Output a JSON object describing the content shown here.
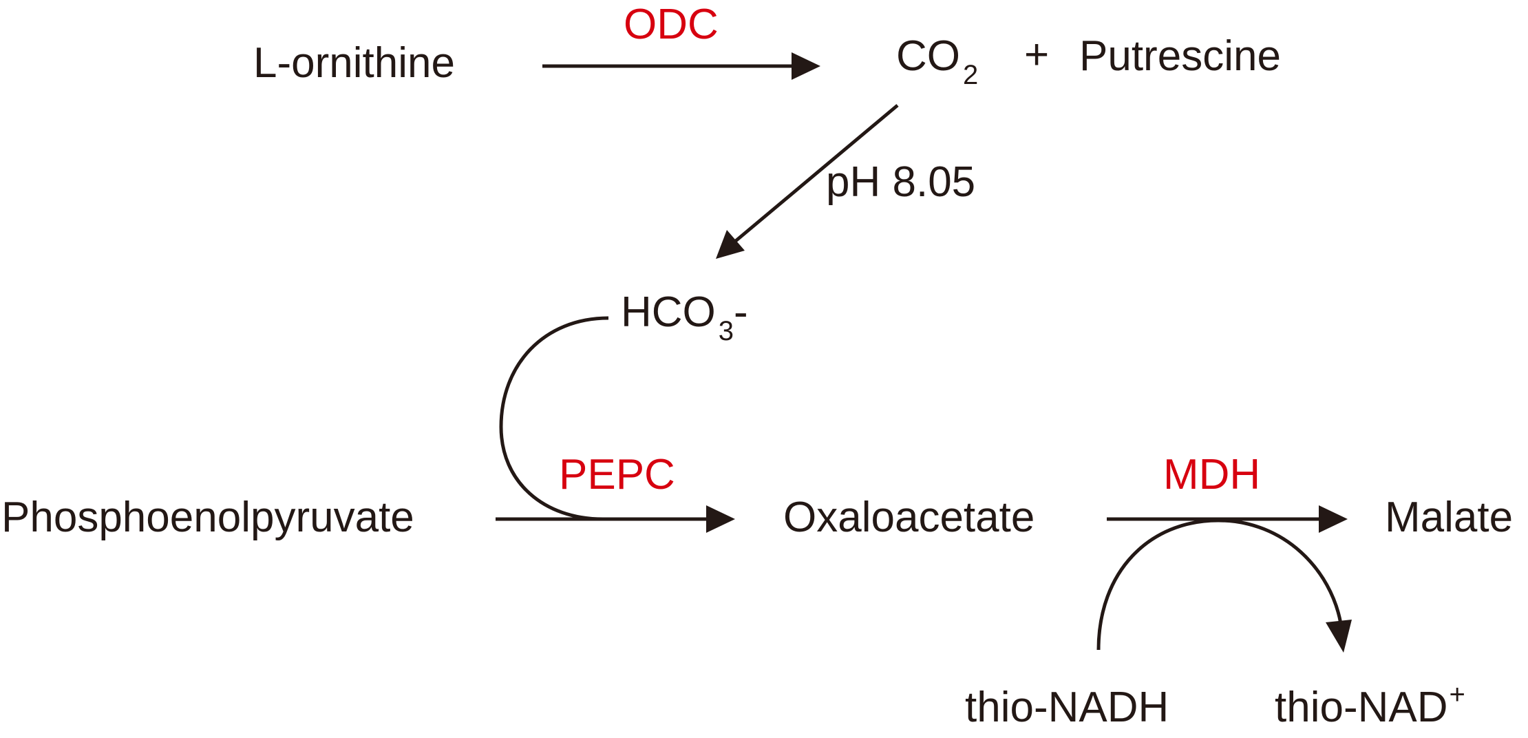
{
  "colors": {
    "ink": "#231815",
    "enzyme": "#d7000f"
  },
  "compounds": {
    "l_ornithine": "L-ornithine",
    "co2_base": "CO",
    "co2_sub": "2",
    "plus": "+",
    "putrescine": "Putrescine",
    "hco3_base": "HCO",
    "hco3_sub": "3",
    "hco3_charge": "-",
    "pep": "Phosphoenolpyruvate",
    "oxaloacetate": "Oxaloacetate",
    "malate": "Malate",
    "thio_nadh": "thio-NADH",
    "thio_nad_base": "thio-NAD",
    "thio_nad_sup": "+"
  },
  "enzymes": {
    "odc": "ODC",
    "pepc": "PEPC",
    "mdh": "MDH"
  },
  "conditions": {
    "ph": "pH 8.05"
  }
}
